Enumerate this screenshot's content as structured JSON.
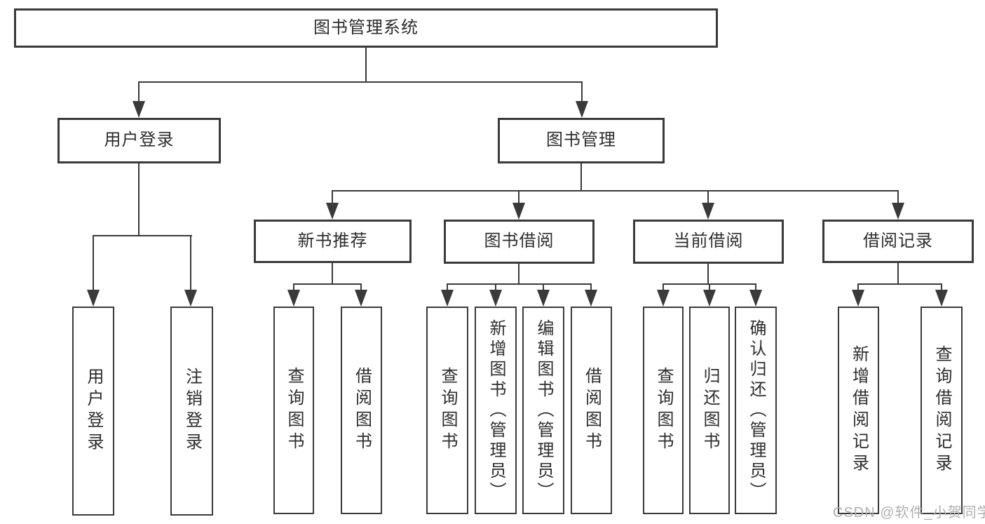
{
  "diagram": {
    "root": {
      "label": "图书管理系统"
    },
    "user_login": {
      "label": "用户登录",
      "children": [
        {
          "label": "用户登录"
        },
        {
          "label": "注销登录"
        }
      ]
    },
    "book_management": {
      "label": "图书管理",
      "children": [
        {
          "label": "新书推荐",
          "children": [
            {
              "label": "查询图书"
            },
            {
              "label": "借阅图书"
            }
          ]
        },
        {
          "label": "图书借阅",
          "children": [
            {
              "label": "查询图书"
            },
            {
              "label": "新增图书（管理员）"
            },
            {
              "label": "编辑图书（管理员）"
            },
            {
              "label": "借阅图书"
            }
          ]
        },
        {
          "label": "当前借阅",
          "children": [
            {
              "label": "查询图书"
            },
            {
              "label": "归还图书"
            },
            {
              "label": "确认归还（管理员）"
            }
          ]
        },
        {
          "label": "借阅记录",
          "children": [
            {
              "label": "新增借阅记录"
            },
            {
              "label": "查询借阅记录"
            }
          ]
        }
      ]
    },
    "watermark": "CSDN @软件_小贺同学",
    "colors": {
      "line": "#3a3a3a",
      "text": "#2d2d2d",
      "watermark": "#b0b0b0",
      "background": "#ffffff"
    }
  }
}
